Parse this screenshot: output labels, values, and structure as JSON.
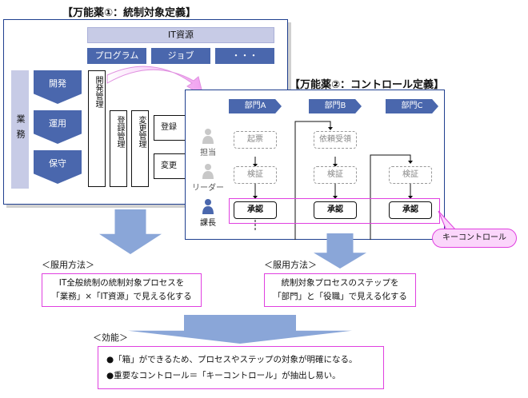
{
  "panel1": {
    "title": "【万能薬①：統制対象定義】",
    "it_resources": "IT資源",
    "it_items": [
      "プログラム",
      "ジョブ",
      "・・・"
    ],
    "business": "業務",
    "processes": [
      "開発",
      "運用",
      "保守"
    ],
    "boxes": [
      "開発管理",
      "登録管理",
      "変更管理"
    ],
    "row_boxes": [
      "登録",
      "変更"
    ]
  },
  "panel2": {
    "title": "【万能薬②：コントロール定義】",
    "departments": [
      "部門A",
      "部門B",
      "部門C"
    ],
    "roles": [
      "担当",
      "リーダー",
      "課長"
    ],
    "steps_row1": [
      "起票",
      "依頼受領"
    ],
    "steps_row2": [
      "検証",
      "検証",
      "検証"
    ],
    "steps_row3": [
      "承認",
      "承認",
      "承認"
    ]
  },
  "key_control_label": "キーコントロール",
  "method_left": {
    "label": "＜服用方法＞",
    "text_line1": "IT全般統制の統制対象プロセスを",
    "text_line2": "「業務」×「IT資源」で見える化する"
  },
  "method_right": {
    "label": "＜服用方法＞",
    "text_line1": "統制対象プロセスのステップを",
    "text_line2": "「部門」と「役職」で見える化する"
  },
  "effect": {
    "label": "＜効能＞",
    "line1": "●「箱」ができるため、プロセスやステップの対象が明確になる。",
    "line2": "●重要なコントロール＝「キーコントロール」が抽出し易い。"
  },
  "colors": {
    "navy": "#4a67ad",
    "lavender": "#c7cbe6",
    "magenta": "#e040e0",
    "arrow": "#8aa6d8"
  }
}
